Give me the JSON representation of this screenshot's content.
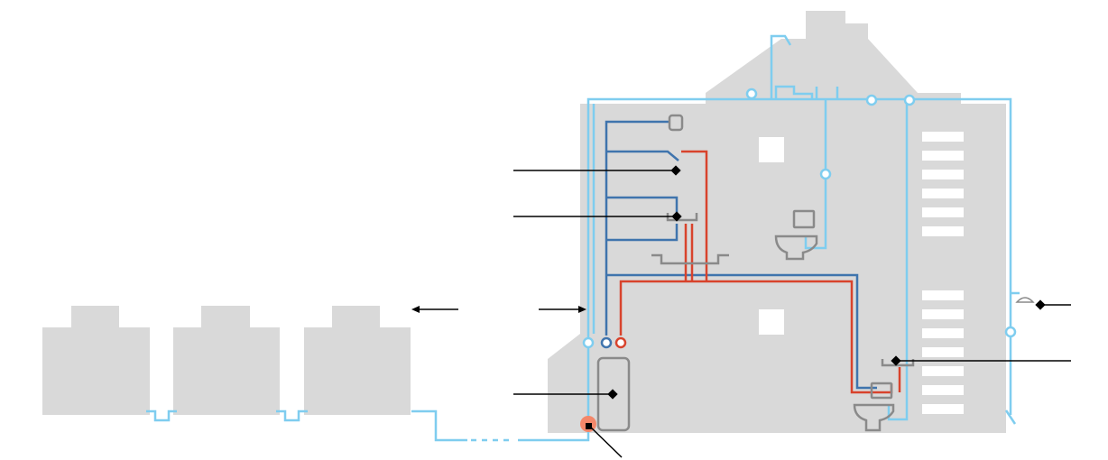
{
  "colors": {
    "background": "#ffffff",
    "building": "#d9d9d9",
    "cold_water_light": "#7fcdef",
    "cold_water_dark": "#3f74ad",
    "hot_water": "#d8432c",
    "fixture_outline": "#8a8a8a",
    "window": "#ffffff",
    "pointer": "#000000",
    "highlight_dot": "#f3876a"
  },
  "icons": {
    "neighbour_building": "house-silhouette",
    "main_building": "gabled-building-silhouette",
    "water_heater": "cylinder-tank",
    "toilet_upper": "toilet-icon",
    "toilet_lower": "toilet-icon",
    "washbasin_upper": "washbasin-icon",
    "kitchen_sink": "sink-icon",
    "washbasin_lower": "washbasin-icon",
    "outdoor_tap": "tap-icon",
    "meter_marker": "dot-marker"
  },
  "neighbour_buildings": [
    {
      "id": "neighbour-1"
    },
    {
      "id": "neighbour-2"
    },
    {
      "id": "neighbour-3"
    }
  ],
  "callouts": [
    {
      "id": "shower-pointer"
    },
    {
      "id": "washbasin-upper-pointer"
    },
    {
      "id": "water-heater-pointer"
    },
    {
      "id": "meter-pointer"
    },
    {
      "id": "outdoor-tap-pointer"
    },
    {
      "id": "washbasin-lower-pointer"
    }
  ],
  "flow_arrows": [
    {
      "id": "flow-arrow-left"
    },
    {
      "id": "flow-arrow-right"
    }
  ]
}
